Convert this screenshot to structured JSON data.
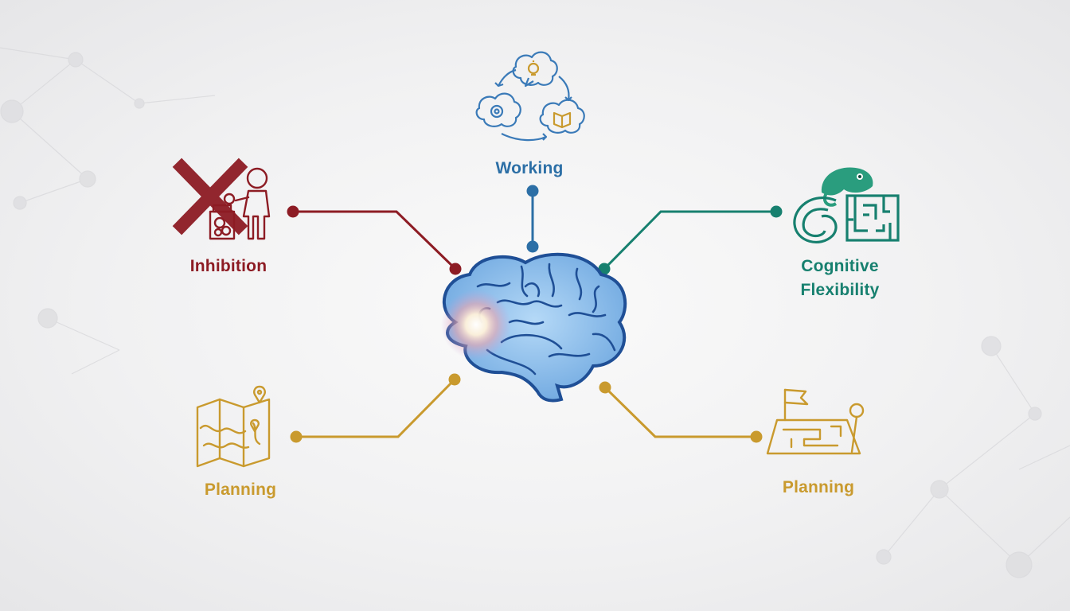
{
  "nodes": {
    "working": {
      "label": "Working",
      "color": "#2c6fa6",
      "icon": "cycle-thought-bubbles-icon"
    },
    "inhibition": {
      "label": "Inhibition",
      "color": "#8d1c24",
      "icon": "crossed-out-child-reaching-cookie-jar-icon"
    },
    "cognitive_flexibility": {
      "label_line1": "Cognitive",
      "label_line2": "Flexibility",
      "color": "#17806f",
      "icon": "chameleon-maze-icon"
    },
    "planning_left": {
      "label": "Planning",
      "color": "#c99a2e",
      "icon": "folded-map-route-pin-icon"
    },
    "planning_right": {
      "label": "Planning",
      "color": "#c99a2e",
      "icon": "flag-maze-path-pin-icon"
    }
  },
  "center": {
    "icon": "brain-icon",
    "color": "#7fb6e8",
    "highlight": "glowing-frontal-lobe"
  }
}
